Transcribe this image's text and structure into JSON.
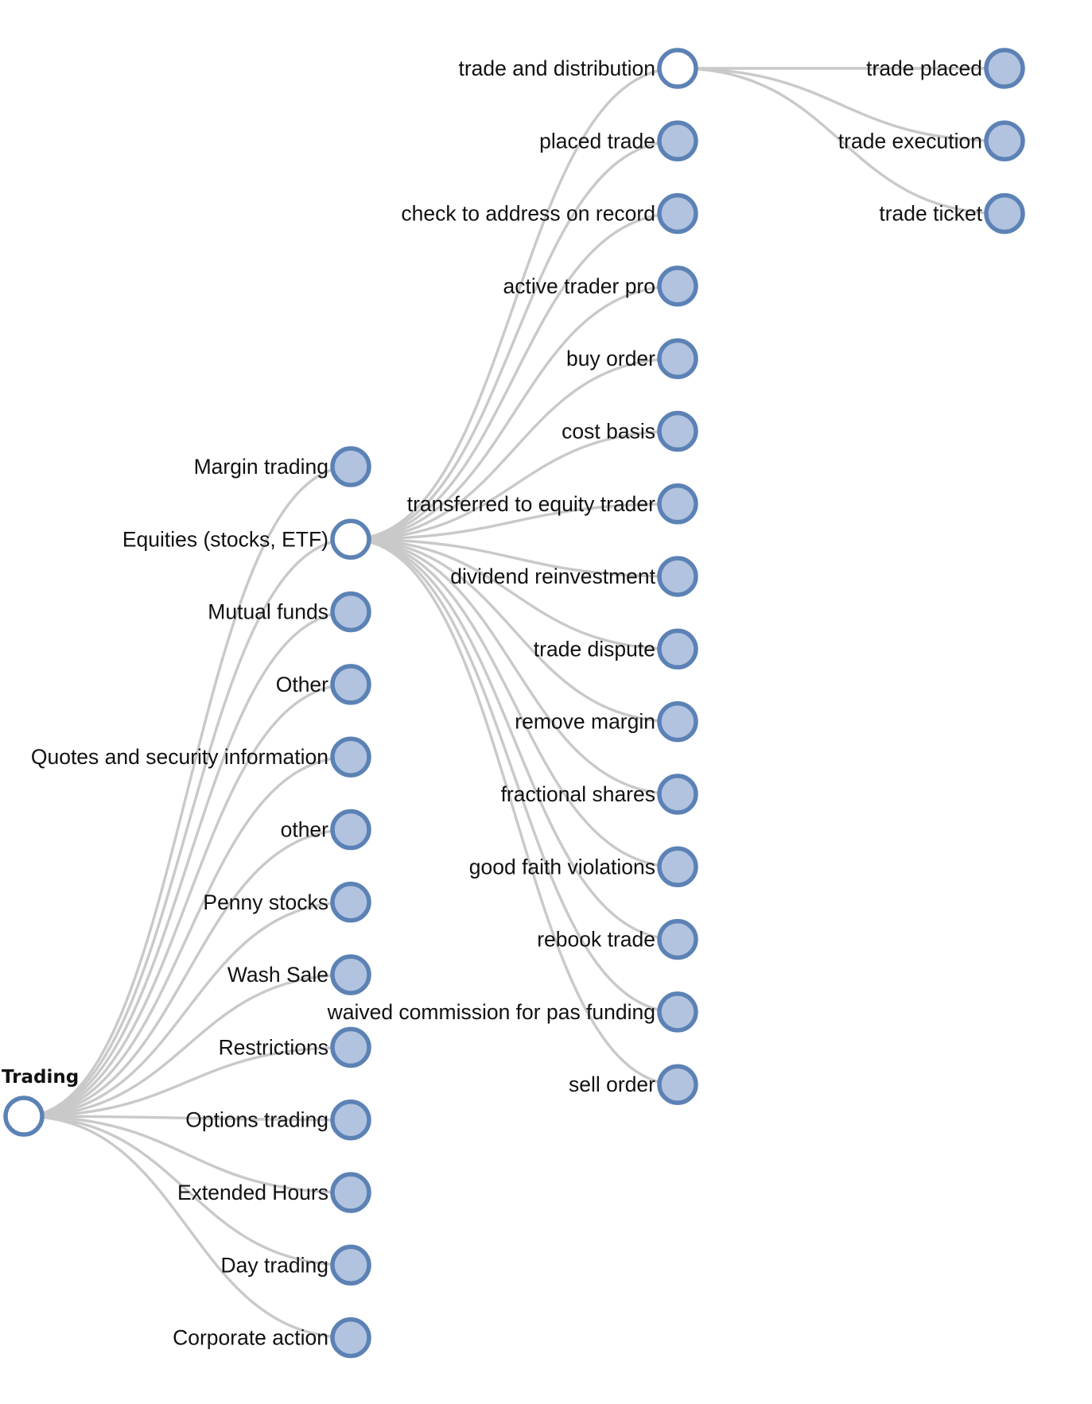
{
  "tree": {
    "root": {
      "label": "Trading",
      "expanded": true
    },
    "level1": [
      {
        "label": "Margin trading",
        "expanded": false
      },
      {
        "label": "Equities (stocks, ETF)",
        "expanded": true
      },
      {
        "label": "Mutual funds",
        "expanded": false
      },
      {
        "label": "Other",
        "expanded": false
      },
      {
        "label": "Quotes and security information",
        "expanded": false
      },
      {
        "label": "other",
        "expanded": false
      },
      {
        "label": "Penny stocks",
        "expanded": false
      },
      {
        "label": "Wash Sale",
        "expanded": false
      },
      {
        "label": "Restrictions",
        "expanded": false
      },
      {
        "label": "Options trading",
        "expanded": false
      },
      {
        "label": "Extended Hours",
        "expanded": false
      },
      {
        "label": "Day trading",
        "expanded": false
      },
      {
        "label": "Corporate action",
        "expanded": false
      }
    ],
    "level2": [
      {
        "label": "trade and distribution",
        "expanded": true
      },
      {
        "label": "placed trade",
        "expanded": false
      },
      {
        "label": "check to address on record",
        "expanded": false
      },
      {
        "label": "active trader pro",
        "expanded": false
      },
      {
        "label": "buy order",
        "expanded": false
      },
      {
        "label": "cost basis",
        "expanded": false
      },
      {
        "label": "transferred to equity trader",
        "expanded": false
      },
      {
        "label": "dividend reinvestment",
        "expanded": false
      },
      {
        "label": "trade dispute",
        "expanded": false
      },
      {
        "label": "remove margin",
        "expanded": false
      },
      {
        "label": "fractional shares",
        "expanded": false
      },
      {
        "label": "good faith violations",
        "expanded": false
      },
      {
        "label": "rebook trade",
        "expanded": false
      },
      {
        "label": "waived commission for pas funding",
        "expanded": false
      },
      {
        "label": "sell order",
        "expanded": false
      }
    ],
    "level3": [
      {
        "label": "trade placed",
        "expanded": false
      },
      {
        "label": "trade execution",
        "expanded": false
      },
      {
        "label": "trade ticket",
        "expanded": false
      }
    ]
  },
  "colors": {
    "link": "#c9c9c9",
    "node_stroke": "#5c82b5",
    "node_fill_collapsed": "#b1c3df",
    "node_fill_expanded": "#ffffff"
  }
}
